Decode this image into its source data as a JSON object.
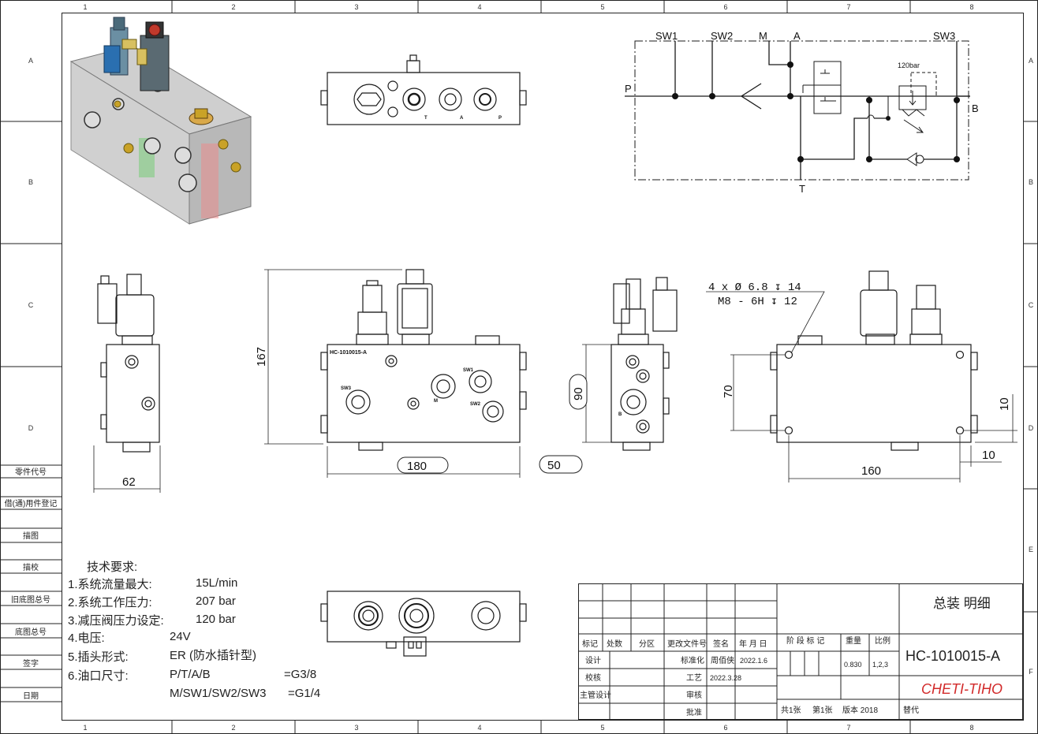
{
  "border": {
    "col_labels": [
      "1",
      "2",
      "3",
      "4",
      "5",
      "6",
      "7",
      "8"
    ],
    "row_labels": [
      "A",
      "B",
      "C",
      "D",
      "E",
      "F"
    ]
  },
  "left_strip": [
    "零件代号",
    "借(通)用件登记",
    "描图",
    "描校",
    "旧底图总号",
    "底图总号",
    "签字",
    "日期"
  ],
  "schematic": {
    "labels": {
      "sw1": "SW1",
      "sw2": "SW2",
      "m": "M",
      "a": "A",
      "sw3": "SW3",
      "p": "P",
      "b": "B",
      "t": "T",
      "pressure": "120bar"
    }
  },
  "views": {
    "top_ports": [
      "T",
      "A",
      "P"
    ],
    "block_label": "HC-1010015-A",
    "front_ports": [
      "SW3",
      "SW1",
      "SW2",
      "M"
    ],
    "side_port": "B"
  },
  "dimensions": {
    "height_167": "167",
    "width_180": "180",
    "depth_62": "62",
    "side_90": "90",
    "side_50": "50",
    "rear_70": "70",
    "rear_160": "160",
    "rear_10a": "10",
    "rear_10b": "10",
    "hole_line1": "4 x Ø 6.8 ↧ 14",
    "hole_line2": "M8 - 6H ↧ 12"
  },
  "tech": {
    "title": "技术要求:",
    "rows": [
      {
        "label": "1.系统流量最大:",
        "value": "15L/min"
      },
      {
        "label": "2.系统工作压力:",
        "value": "207 bar"
      },
      {
        "label": "3.减压阀压力设定:",
        "value": "120 bar"
      },
      {
        "label": "4.电压:",
        "value": "24V"
      },
      {
        "label": "5.插头形式:",
        "value": "ER (防水插针型)"
      },
      {
        "label": "6.油口尺寸:",
        "value": "P/T/A/B"
      }
    ],
    "port_size_1": "=G3/8",
    "port_line_2": "M/SW1/SW2/SW3",
    "port_size_2": "=G1/4"
  },
  "title_block": {
    "hdr_mark": "标记",
    "hdr_count": "处数",
    "hdr_zone": "分区",
    "hdr_doc": "更改文件号",
    "hdr_sign": "签名",
    "hdr_date": "年 月 日",
    "stage": "阶 段 标 记",
    "weight": "重量",
    "scale": "比例",
    "weight_val": "0.830",
    "scale_val": "1,2,3",
    "design": "设计",
    "std": "标准化",
    "std_name": "周佰侠",
    "std_date": "2022.1.6",
    "check": "校核",
    "process": "工艺",
    "process_date": "2022.3.28",
    "chief": "主管设计",
    "review": "审核",
    "approve": "批准",
    "name": "总装 明细",
    "code": "HC-1010015-A",
    "brand": "CHETI-TIHO",
    "sheets_total": "共1张",
    "sheet_no": "第1张",
    "version": "版本 2018",
    "replace": "替代"
  },
  "colors": {
    "line": "#1a1a1a",
    "brand": "#d22a2a",
    "green": "#3aa53a",
    "red": "#c0392b",
    "blue": "#2a6fb0",
    "block": "#dcdcdc"
  }
}
